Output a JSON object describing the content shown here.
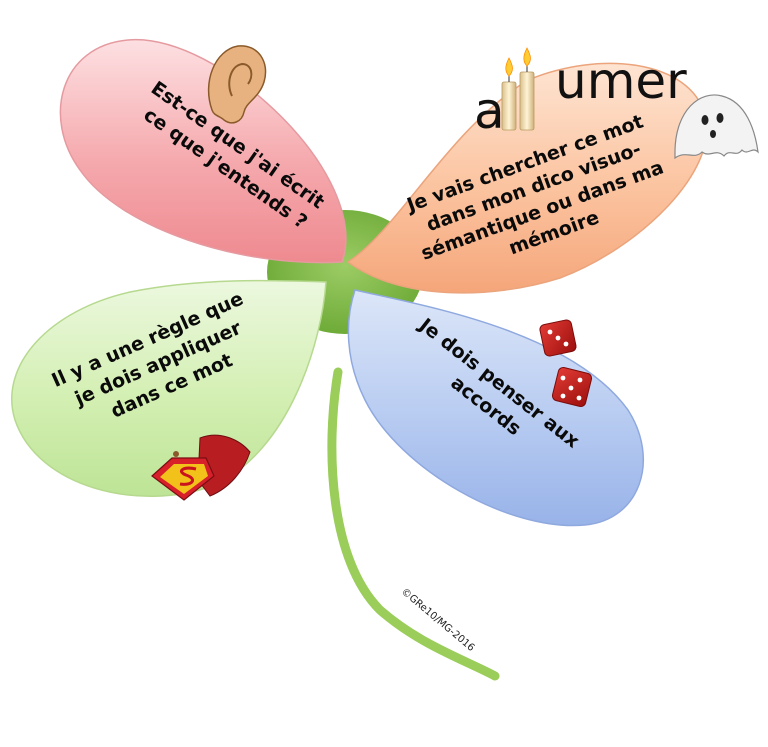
{
  "petals": {
    "top_left": {
      "lines": [
        "Est-ce que j'ai écrit",
        "ce que j'entends ?"
      ],
      "color": "#f6b3b6"
    },
    "top_right": {
      "word_part1": "a",
      "word_part2": "umer",
      "lines": [
        "Je vais chercher ce mot",
        "dans mon dico  visuo-",
        "sémantique ou dans ma",
        "mémoire"
      ],
      "color": "#fbc7a5"
    },
    "bottom_left": {
      "lines": [
        "Il y a une règle que",
        "je dois appliquer",
        "dans ce mot"
      ],
      "color": "#d6f0b5"
    },
    "bottom_right": {
      "lines": [
        "Je dois penser aux",
        "accords"
      ],
      "color": "#b9cdf2"
    }
  },
  "center_color": "#7fb847",
  "stem_color": "#9acd5a",
  "copyright": "©GRe10/MG-2016",
  "icons": [
    "ear-icon",
    "candles-icon",
    "ghost-icon",
    "dice-icon",
    "superman-cape-icon"
  ]
}
